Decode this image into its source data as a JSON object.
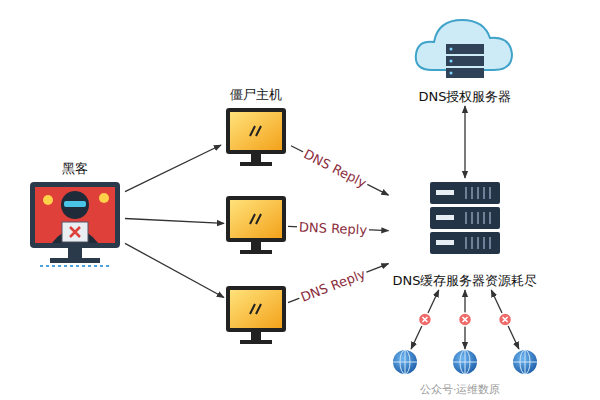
{
  "diagram": {
    "nodes": [
      {
        "text": [
          "黑客"
        ]
      },
      {
        "text": [
          "僵尸主机"
        ]
      },
      {
        "text": []
      },
      {
        "text": []
      },
      {
        "text": [
          "DNS授权服务器"
        ]
      },
      {
        "text": [
          "DNS缓存服务器资源耗尽"
        ]
      },
      {
        "text": []
      },
      {
        "text": []
      },
      {
        "text": []
      }
    ],
    "edges": [
      {
        "from": 0,
        "to": 1,
        "arrow": "to"
      },
      {
        "from": 0,
        "to": 2,
        "arrow": "to"
      },
      {
        "from": 0,
        "to": 3,
        "arrow": "to"
      },
      {
        "from": 1,
        "to": 5,
        "label": "DNS Reply",
        "arrow": "to"
      },
      {
        "from": 2,
        "to": 5,
        "label": "DNS Reply",
        "arrow": "to"
      },
      {
        "from": 3,
        "to": 5,
        "label": "DNS Reply",
        "arrow": "to"
      },
      {
        "from": 5,
        "to": 4,
        "arrow": "both"
      },
      {
        "from": 5,
        "to": 6,
        "arrow": "both"
      },
      {
        "from": 5,
        "to": 7,
        "arrow": "both"
      },
      {
        "from": 5,
        "to": 8,
        "arrow": "both"
      }
    ],
    "labels": [
      "公众号·运维数原"
    ]
  }
}
